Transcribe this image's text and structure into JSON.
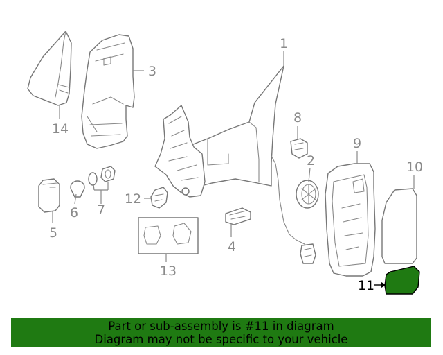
{
  "callouts": [
    {
      "id": "1",
      "label": "1"
    },
    {
      "id": "2",
      "label": "2"
    },
    {
      "id": "3",
      "label": "3"
    },
    {
      "id": "4",
      "label": "4"
    },
    {
      "id": "5",
      "label": "5"
    },
    {
      "id": "6",
      "label": "6"
    },
    {
      "id": "7",
      "label": "7"
    },
    {
      "id": "8",
      "label": "8"
    },
    {
      "id": "9",
      "label": "9"
    },
    {
      "id": "10",
      "label": "10"
    },
    {
      "id": "11",
      "label": "11",
      "highlighted": true
    },
    {
      "id": "12",
      "label": "12"
    },
    {
      "id": "13",
      "label": "13"
    },
    {
      "id": "14",
      "label": "14"
    }
  ],
  "highlight_color": "#1f7a12",
  "banner": {
    "line1": "Part or sub-assembly is #11 in diagram",
    "line2": "Diagram may not be specific to your vehicle"
  }
}
